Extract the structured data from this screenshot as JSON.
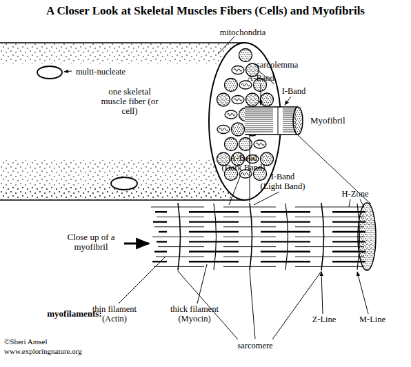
{
  "diagram": {
    "title": "A Closer Look at Skeletal Muscles Fibers (Cells) and Myofibrils",
    "nodes": [
      {
        "text": [
          "one skeletal muscle fiber (or cell)"
        ]
      },
      {
        "text": [
          "Myofibril"
        ]
      },
      {
        "text": [
          "Close up of a myofibril"
        ]
      }
    ],
    "labels": [
      "mitochondria",
      "multi-nucleate",
      "sarcolemma",
      "A-Band",
      "I-Band",
      "A-Band (Dark Band)",
      "I-Band (Light Band)",
      "H-Zone",
      "myofilaments:",
      "thin filament (Actin)",
      "thick filament (Myocin)",
      "Z-Line",
      "M-Line",
      "sarcomere",
      "©Sheri Amsel",
      "www.exploringnature.org"
    ]
  }
}
